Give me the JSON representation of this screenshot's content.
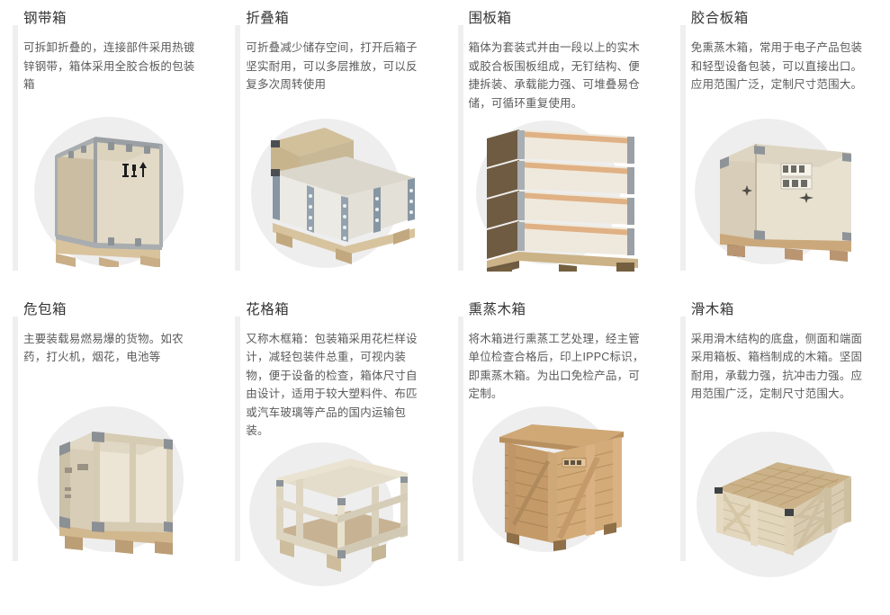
{
  "page": {
    "background_color": "#ffffff",
    "accent_rule_color": "#efefef",
    "circle_color": "#eeeeee",
    "title_color": "#343434",
    "body_color": "#5a5a5a"
  },
  "cards": [
    {
      "id": "steel-belt-box",
      "title": "钢带箱",
      "description": "可拆卸折叠的，连接部件采用热镀锌钢带，箱体采用全胶合板的包装箱",
      "image_name": "steel-belt-plywood-crate-photo"
    },
    {
      "id": "folding-box",
      "title": "折叠箱",
      "description": "可折叠减少储存空间，打开后箱子坚实耐用，可以多层推放，可以反复多次周转使用",
      "image_name": "folding-collapsible-crate-photo"
    },
    {
      "id": "collar-box",
      "title": "围板箱",
      "description": "箱体为套装式并由一段以上的实木或胶合板围板组成，无钉结构、便捷拆装、承载能力强、可堆叠易仓储，可循环重复使用。",
      "image_name": "stacked-pallet-collar-box-photo"
    },
    {
      "id": "plywood-box",
      "title": "胶合板箱",
      "description": "免熏蒸木箱，常用于电子产品包装和轻型设备包装，可以直接出口。应用范围广泛，定制尺寸范围大。",
      "image_name": "plywood-export-crate-photo"
    },
    {
      "id": "dangerous-goods-box",
      "title": "危包箱",
      "description": "主要装载易燃易爆的货物。如农药，打火机，烟花，电池等",
      "image_name": "dangerous-goods-crate-photo"
    },
    {
      "id": "lattice-box",
      "title": "花格箱",
      "description": "又称木框箱：包装箱采用花栏样设计，减轻包装件总重，可视内装物，便于设备的检查，箱体尺寸自由设计，适用于较大塑料件、布匹或汽车玻璃等产品的国内运输包装。",
      "image_name": "open-lattice-wooden-frame-crate-photo"
    },
    {
      "id": "fumigated-wooden-box",
      "title": "熏蒸木箱",
      "description": "将木箱进行熏蒸工艺处理，经主管单位检查合格后，印上IPPC标识，即熏蒸木箱。为出口免检产品，可定制。",
      "image_name": "fumigated-solid-wood-crate-photo"
    },
    {
      "id": "skid-wooden-box",
      "title": "滑木箱",
      "description": "采用滑木结构的底盘，侧面和端面采用箱板、箱档制成的木箱。坚固耐用，承载力强，抗冲击力强。应用范围广泛，定制尺寸范围大。",
      "image_name": "skid-base-wooden-crate-photo"
    }
  ]
}
